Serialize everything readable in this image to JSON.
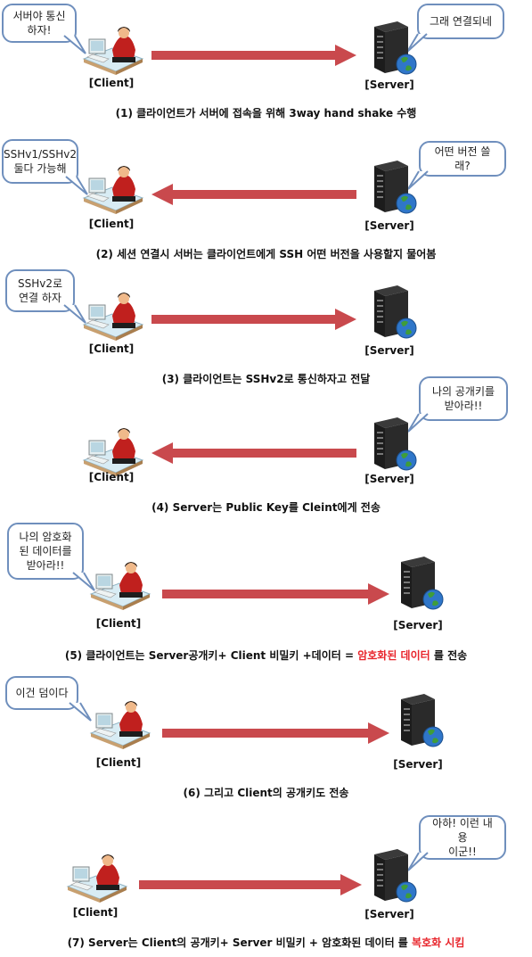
{
  "labels": {
    "client": "[Client]",
    "server": "[Server]"
  },
  "colors": {
    "arrow": "#c9494d",
    "highlight": "#e8242b",
    "bubble_border": "#6f8fbd"
  },
  "steps": [
    {
      "client_bubble": "서버야 통신\n하자!",
      "server_bubble": "그래 연결되네",
      "arrow_direction": "client-to-server",
      "caption": "(1) 클라이언트가 서버에 접속을 위해 3way hand shake 수행"
    },
    {
      "client_bubble": "SSHv1/SSHv2\n둘다 가능해",
      "server_bubble": "어떤 버전 쓸래?",
      "arrow_direction": "server-to-client",
      "caption": "(2) 세션 연결시 서버는 클라이언트에게 SSH 어떤 버전을 사용할지 물어봄"
    },
    {
      "client_bubble": "SSHv2로\n연결 하자",
      "arrow_direction": "client-to-server",
      "caption": "(3) 클라이언트는 SSHv2로 통신하자고 전달"
    },
    {
      "server_bubble": "나의 공개키를\n받아라!!",
      "arrow_direction": "server-to-client",
      "caption": "(4) Server는 Public Key를 Cleint에게 전송"
    },
    {
      "client_bubble": "나의 암호화\n된 데이터를\n받아라!!",
      "arrow_direction": "client-to-server",
      "caption_pre": "(5) 클라이언트는 Server공개키+  Client 비밀키 +데이터 = ",
      "caption_hl": "암호화된 데이터",
      "caption_post": " 를 전송"
    },
    {
      "client_bubble": "이건 덤이다",
      "arrow_direction": "client-to-server",
      "caption": "(6) 그리고 Client의 공개키도 전송"
    },
    {
      "server_bubble": "아하! 이런 내용\n이군!!",
      "arrow_direction": "client-to-server",
      "caption_pre": "(7) Server는 Client의 공개키+ Server 비밀키 + 암호화된 데이터 를 ",
      "caption_hl": "복호화 시킴"
    }
  ]
}
